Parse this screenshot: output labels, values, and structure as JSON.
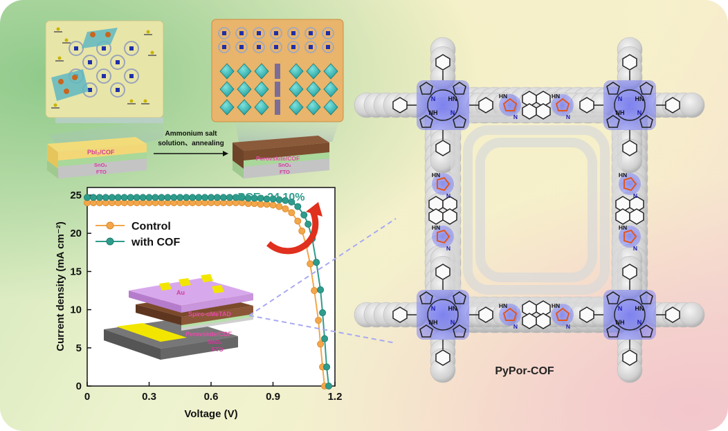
{
  "top_left": {
    "process_line1": "Ammonium salt",
    "process_line2": "solution、annealing",
    "film1_label": "PbI₂/COF",
    "film1_snO2": "SnO₂",
    "film1_fto": "FTO",
    "film2_label": "Perovskite/COF",
    "film2_snO2": "SnO₂",
    "film2_fto": "FTO"
  },
  "device": {
    "layers": [
      "Au",
      "Spiro-oMeTAD",
      "Perovskite/COF",
      "SnO₂",
      "FTO"
    ]
  },
  "cof": {
    "name": "PyPor-COF",
    "nh": "NH",
    "hn": "HN",
    "n": "N"
  },
  "colors": {
    "control": "#f3a64a",
    "with_cof": "#2e9c8c",
    "pce_text": "#2e9c8c",
    "arrow": "#e0301e",
    "highlight_blue": "#5b63e6",
    "sphere_grey": "#cccccc"
  },
  "chart_data": {
    "type": "line",
    "xlabel": "Voltage (V)",
    "ylabel": "Current density (mA cm⁻²)",
    "xlim": [
      0,
      1.2
    ],
    "ylim": [
      0,
      26
    ],
    "xticks": [
      "0",
      "0.3",
      "0.6",
      "0.9",
      "1.2"
    ],
    "xtick_values": [
      0,
      0.3,
      0.6,
      0.9,
      1.2
    ],
    "yticks": [
      "0",
      "5",
      "10",
      "15",
      "20",
      "25"
    ],
    "ytick_values": [
      0,
      5,
      10,
      15,
      20,
      25
    ],
    "annotation": "PCE: 24.10%",
    "legend_position": "upper-left",
    "series": [
      {
        "name": "Control",
        "x": [
          0,
          0.03,
          0.06,
          0.09,
          0.12,
          0.15,
          0.18,
          0.21,
          0.24,
          0.27,
          0.3,
          0.33,
          0.36,
          0.39,
          0.42,
          0.45,
          0.48,
          0.51,
          0.54,
          0.57,
          0.6,
          0.63,
          0.66,
          0.69,
          0.72,
          0.75,
          0.78,
          0.81,
          0.84,
          0.87,
          0.9,
          0.93,
          0.96,
          0.99,
          1.02,
          1.04,
          1.06,
          1.08,
          1.1,
          1.12,
          1.13,
          1.14,
          1.15
        ],
        "y": [
          24.0,
          24.0,
          24.0,
          24.0,
          24.0,
          24.0,
          24.0,
          24.0,
          24.0,
          24.0,
          24.0,
          24.0,
          24.0,
          24.0,
          24.0,
          24.0,
          24.0,
          24.0,
          24.0,
          24.0,
          24.0,
          24.0,
          24.0,
          24.0,
          24.0,
          24.0,
          23.9,
          23.9,
          23.8,
          23.8,
          23.7,
          23.5,
          23.2,
          22.7,
          21.6,
          20.3,
          18.5,
          16.0,
          12.5,
          8.6,
          5.5,
          2.5,
          0
        ]
      },
      {
        "name": "with COF",
        "x": [
          0,
          0.03,
          0.06,
          0.09,
          0.12,
          0.15,
          0.18,
          0.21,
          0.24,
          0.27,
          0.3,
          0.33,
          0.36,
          0.39,
          0.42,
          0.45,
          0.48,
          0.51,
          0.54,
          0.57,
          0.6,
          0.63,
          0.66,
          0.69,
          0.72,
          0.75,
          0.78,
          0.81,
          0.84,
          0.87,
          0.9,
          0.93,
          0.96,
          0.99,
          1.02,
          1.05,
          1.07,
          1.09,
          1.11,
          1.13,
          1.14,
          1.15,
          1.16,
          1.17
        ],
        "y": [
          24.7,
          24.7,
          24.7,
          24.7,
          24.7,
          24.7,
          24.7,
          24.7,
          24.7,
          24.7,
          24.7,
          24.7,
          24.7,
          24.7,
          24.7,
          24.7,
          24.7,
          24.7,
          24.7,
          24.7,
          24.7,
          24.7,
          24.7,
          24.7,
          24.7,
          24.7,
          24.6,
          24.6,
          24.6,
          24.5,
          24.5,
          24.4,
          24.3,
          24.1,
          23.5,
          22.4,
          21.2,
          19.3,
          16.2,
          12.6,
          9.6,
          6.2,
          2.5,
          0
        ]
      }
    ]
  }
}
